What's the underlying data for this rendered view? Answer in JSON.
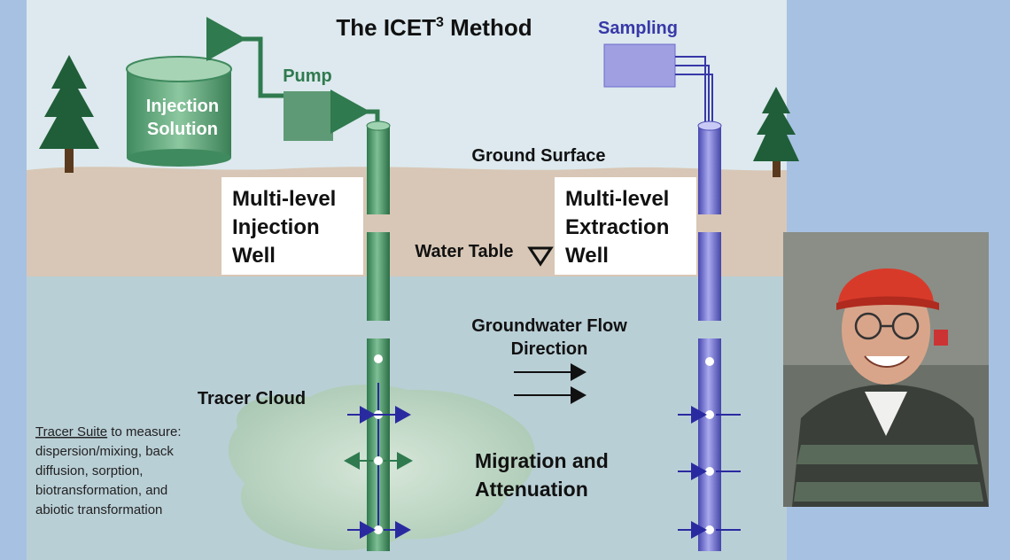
{
  "title": {
    "text": "The ICET",
    "sup": "3",
    "rest": " Method"
  },
  "labels": {
    "sampling": "Sampling",
    "pump": "Pump",
    "injection_solution_1": "Injection",
    "injection_solution_2": "Solution",
    "ground_surface": "Ground Surface",
    "injection_well_1": "Multi-level",
    "injection_well_2": "Injection",
    "injection_well_3": "Well",
    "extraction_well_1": "Multi-level",
    "extraction_well_2": "Extraction",
    "extraction_well_3": "Well",
    "water_table": "Water Table",
    "gw_flow_1": "Groundwater Flow",
    "gw_flow_2": "Direction",
    "tracer_cloud": "Tracer Cloud",
    "tracer_suite_underlined": "Tracer Suite",
    "tracer_suite_rest": " to measure:",
    "tracer_line_2": "dispersion/mixing, back",
    "tracer_line_3": "diffusion, sorption,",
    "tracer_line_4": "biotransformation, and",
    "tracer_line_5": "abiotic transformation",
    "migration_1": "Migration and",
    "migration_2": "Attenuation"
  },
  "colors": {
    "sky": "#dde9ee",
    "ground": "#d8c7b6",
    "water": "#b9cfd6",
    "well_green": "#3f8a5e",
    "well_blue": "#6b6bc9",
    "tree": "#1f5e38",
    "cloud": "#b6d0bf",
    "border": "#a7c1e2"
  }
}
